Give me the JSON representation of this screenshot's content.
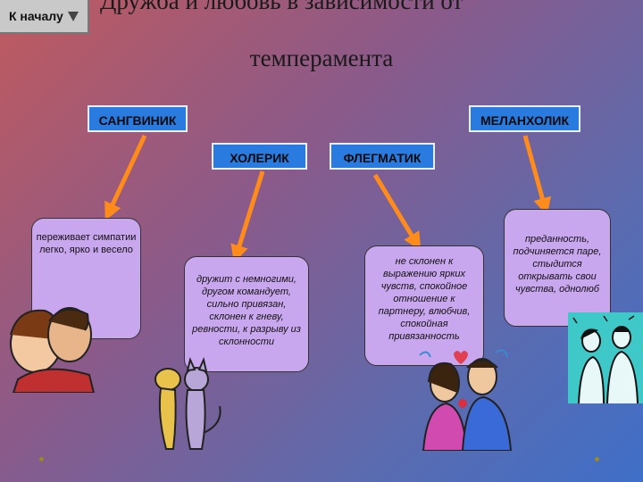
{
  "nav": {
    "start_label": "К началу"
  },
  "title": {
    "line1": "Дружба и любовь в зависимости от",
    "line2": "темперамента"
  },
  "types": {
    "sanguine": "САНГВИНИК",
    "melancholic": "МЕЛАНХОЛИК",
    "choleric": "ХОЛЕРИК",
    "phlegmatic": "ФЛЕГМАТИК"
  },
  "descriptions": {
    "sanguine": "переживает симпатии легко, ярко и весело",
    "choleric": "дружит с немногими, другом командует, сильно привязан, склонен к гневу, ревности, к разрыву из склонности",
    "phlegmatic": "не склонен к выражению ярких чувств, спокойное отношение к партнеру, влюбчив, спокойная привязанность",
    "melancholic": "преданность, подчиняется паре, стыдится открывать свои чувства, однолюб"
  },
  "colors": {
    "box": "#2a7be0",
    "bubble": "#c9a7ef",
    "arrow": "#ff8c1a"
  }
}
